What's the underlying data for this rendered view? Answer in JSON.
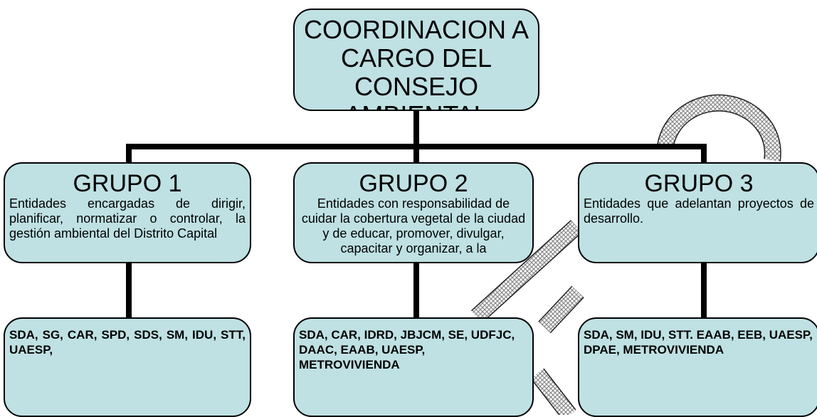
{
  "colors": {
    "box_fill": "#bfe1e3",
    "line": "#000000",
    "hatch": "#8a8a8a"
  },
  "top": {
    "title": "COORDINACION A CARGO DEL CONSEJO AMBIENTAL"
  },
  "groups": [
    {
      "title": "GRUPO 1",
      "description": "Entidades encargadas de dirigir, planificar, normatizar o controlar, la gestión ambiental del Distrito Capital",
      "entities": "SDA, SG, CAR, SPD, SDS, SM, IDU, STT, UAESP,"
    },
    {
      "title": "GRUPO 2",
      "description": "Entidades con responsabilidad de cuidar la cobertura vegetal de la ciudad y de educar, promover, divulgar, capacitar y organizar, a la",
      "entities": "SDA, CAR, IDRD, JBJCM, SE, UDFJC, DAAC, EAAB, UAESP, METROVIVIENDA"
    },
    {
      "title": "GRUPO 3",
      "description": "Entidades que adelantan proyectos de desarrollo.",
      "entities": "SDA, SM, IDU, STT. EAAB, EEB, UAESP, DPAE, METROVIVIENDA"
    }
  ]
}
